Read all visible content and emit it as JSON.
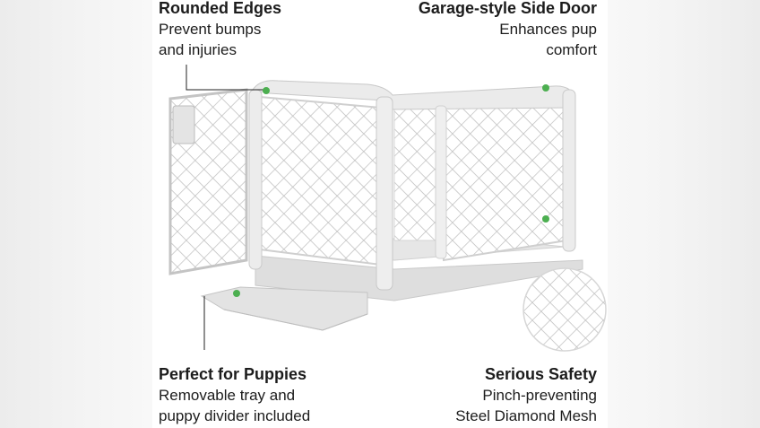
{
  "callouts": {
    "top_left": {
      "title": "Rounded Edges",
      "line1": "Prevent bumps",
      "line2": "and injuries"
    },
    "top_right": {
      "title": "Garage-style Side Door",
      "line1": "Enhances pup",
      "line2": "comfort"
    },
    "bottom_left": {
      "title": "Perfect for Puppies",
      "line1": "Removable tray and",
      "line2": "puppy divider included"
    },
    "bottom_right": {
      "title": "Serious Safety",
      "line1": "Pinch-preventing",
      "line2": "Steel Diamond Mesh"
    }
  },
  "colors": {
    "accent_dot": "#4caf50",
    "crate": "#e9e9e9",
    "mesh": "#cfcfcf"
  }
}
